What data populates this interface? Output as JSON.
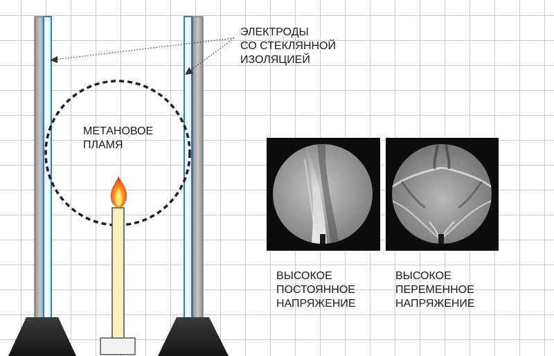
{
  "labels": {
    "electrodes": [
      "ЭЛЕКТРОДЫ",
      "СО СТЕКЛЯННОЙ",
      "ИЗОЛЯЦИЕЙ"
    ],
    "flame": [
      "МЕТАНОВОЕ",
      "ПЛАМЯ"
    ],
    "dc": [
      "ВЫСОКОЕ",
      "ПОСТОЯННОЕ",
      "НАПРЯЖЕНИЕ"
    ],
    "ac": [
      "ВЫСОКОЕ",
      "ПЕРЕМЕННОЕ",
      "НАПРЯЖЕНИЕ"
    ]
  }
}
